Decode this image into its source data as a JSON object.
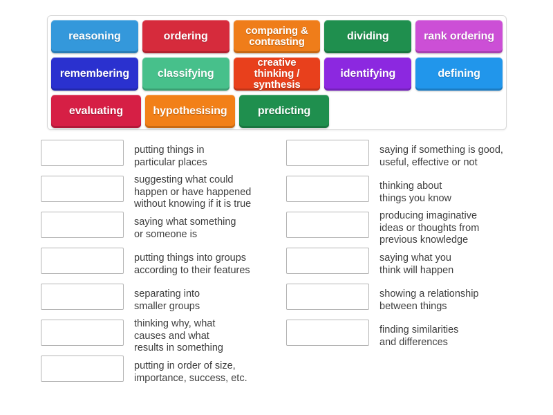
{
  "activity": {
    "type": "match-up",
    "tiles_panel_label": "draggable-word-tiles"
  },
  "tiles": {
    "rows": [
      [
        {
          "label": "reasoning",
          "color": "#3498db",
          "two_line": false
        },
        {
          "label": "ordering",
          "color": "#d62b3c",
          "two_line": false
        },
        {
          "label": "comparing &\ncontrasting",
          "color": "#ef7d1a",
          "two_line": true
        },
        {
          "label": "dividing",
          "color": "#1f8f4e",
          "two_line": false
        },
        {
          "label": "rank ordering",
          "color": "#cc4fd6",
          "two_line": false
        }
      ],
      [
        {
          "label": "remembering",
          "color": "#2a31cf",
          "two_line": false
        },
        {
          "label": "classifying",
          "color": "#47c08b",
          "two_line": false
        },
        {
          "label": "creative thinking\n/ synthesis",
          "color": "#e8401c",
          "two_line": true
        },
        {
          "label": "identifying",
          "color": "#8c28e0",
          "two_line": false
        },
        {
          "label": "defining",
          "color": "#2196eb",
          "two_line": false
        }
      ],
      [
        {
          "label": "evaluating",
          "color": "#d61f45",
          "two_line": false
        },
        {
          "label": "hypothesising",
          "color": "#f28018",
          "two_line": false
        },
        {
          "label": "predicting",
          "color": "#1f8f4e",
          "two_line": false
        }
      ]
    ]
  },
  "answers": {
    "left": [
      {
        "text": "putting things in\nparticular places",
        "lines": 2
      },
      {
        "text": "suggesting what could\nhappen or have happened\nwithout knowing if it is true",
        "lines": 3
      },
      {
        "text": "saying what something\nor someone is",
        "lines": 2
      },
      {
        "text": "putting things into groups\naccording to their features",
        "lines": 2
      },
      {
        "text": "separating into\nsmaller groups",
        "lines": 2
      },
      {
        "text": "thinking why, what\ncauses and what\nresults in something",
        "lines": 3
      },
      {
        "text": "putting in order of size,\nimportance, success, etc.",
        "lines": 2
      }
    ],
    "right": [
      {
        "text": "saying if something is good,\nuseful, effective or not",
        "lines": 2
      },
      {
        "text": "thinking about\nthings you know",
        "lines": 2
      },
      {
        "text": "producing imaginative\nideas or thoughts from\nprevious knowledge",
        "lines": 3
      },
      {
        "text": "saying what you\nthink will happen",
        "lines": 2
      },
      {
        "text": "showing a relationship\nbetween things",
        "lines": 2
      },
      {
        "text": "finding similarities\nand differences",
        "lines": 2
      }
    ]
  }
}
